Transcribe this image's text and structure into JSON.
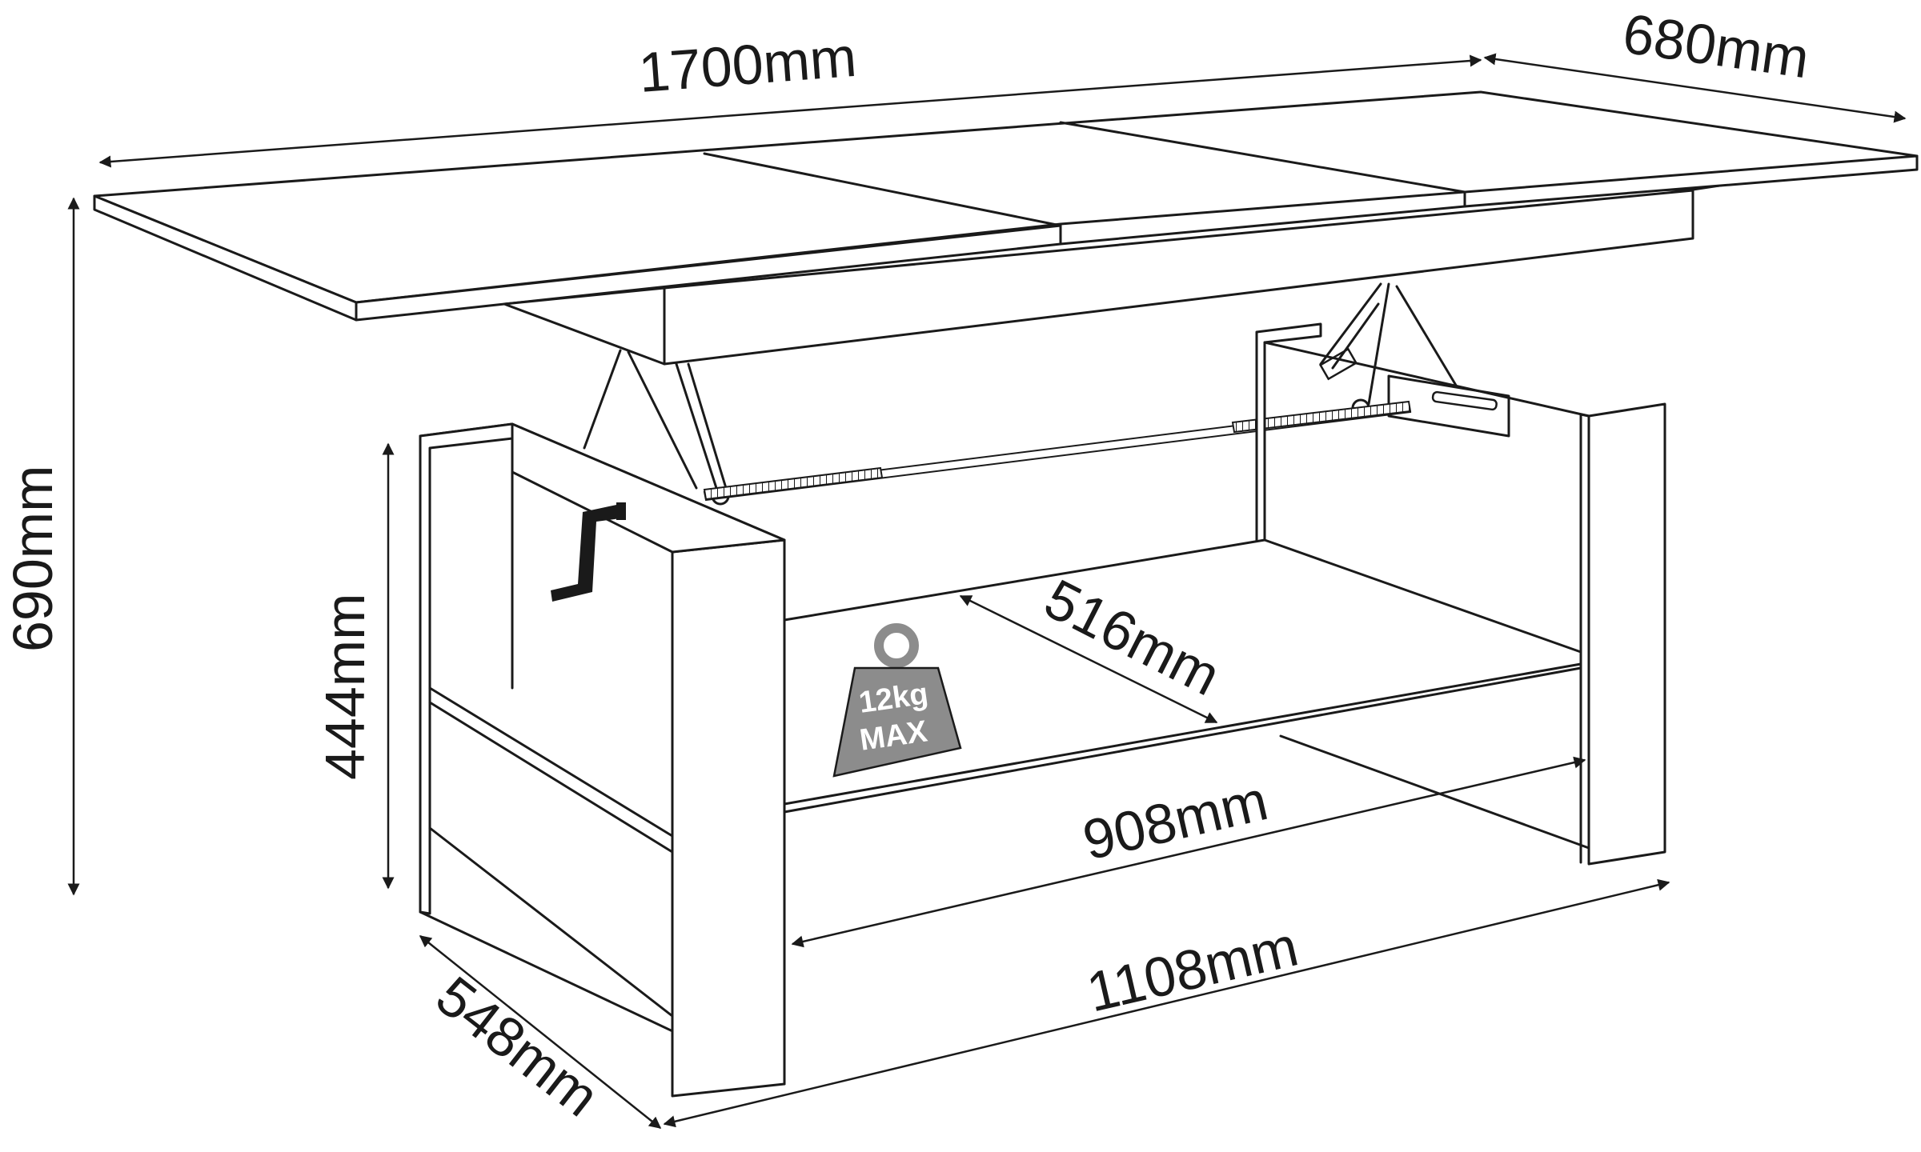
{
  "dimensions": {
    "width": "1700mm",
    "depth": "680mm",
    "height": "690mm",
    "base_height": "444mm",
    "shelf_depth": "516mm",
    "shelf_width": "908mm",
    "base_width": "1108mm",
    "base_depth": "548mm"
  },
  "weight_badge": {
    "line1": "12kg",
    "line2": "MAX",
    "color": "#8c8c8c"
  },
  "icons": [
    "crank-handle-icon",
    "weight-icon",
    "lift-mechanism-icon"
  ]
}
